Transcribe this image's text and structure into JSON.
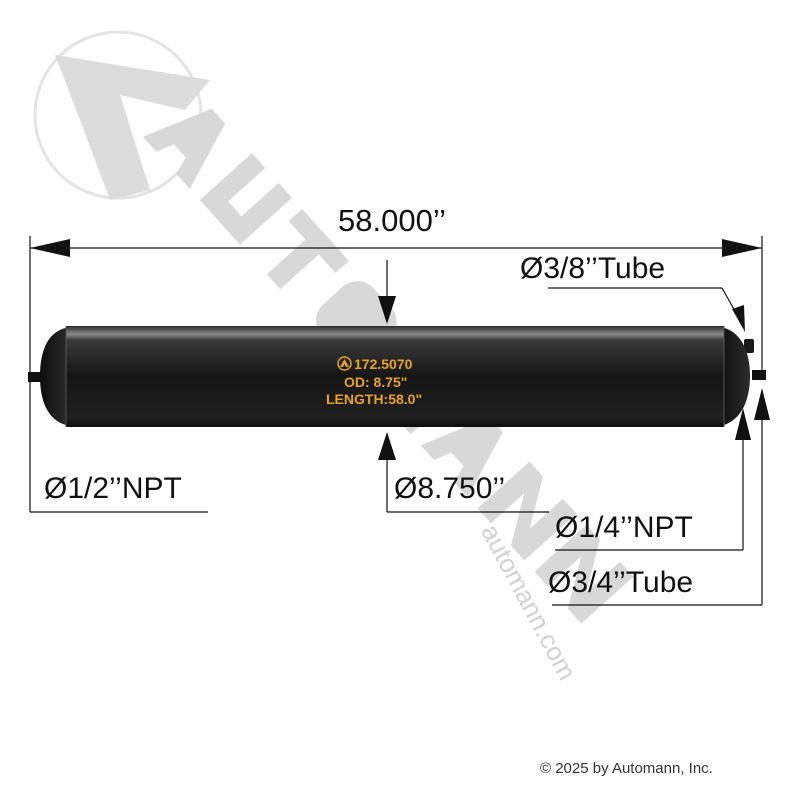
{
  "dimensions": {
    "overall_length": "58.000’’",
    "top_port": "Ø3/8’’Tube",
    "inlet_port": "Ø1/2’’NPT",
    "outer_diameter": "Ø8.750’’",
    "side_port": "Ø1/4’’NPT",
    "end_port": "Ø3/4’’Tube"
  },
  "tank_label": {
    "part_number": "172.5070",
    "od": "OD: 8.75\"",
    "length": "LENGTH:58.0\""
  },
  "watermark": {
    "url": "automann.com",
    "brand": "AUTOMANN"
  },
  "copyright": "© 2025 by Automann, Inc.",
  "colors": {
    "tank_body": "#1c1c1c",
    "tank_label_text": "#e6a52a",
    "dimension_lines": "#111111",
    "watermark": "#d2d2d2"
  },
  "icons": {
    "brand_logo": "automann-logo-icon"
  }
}
